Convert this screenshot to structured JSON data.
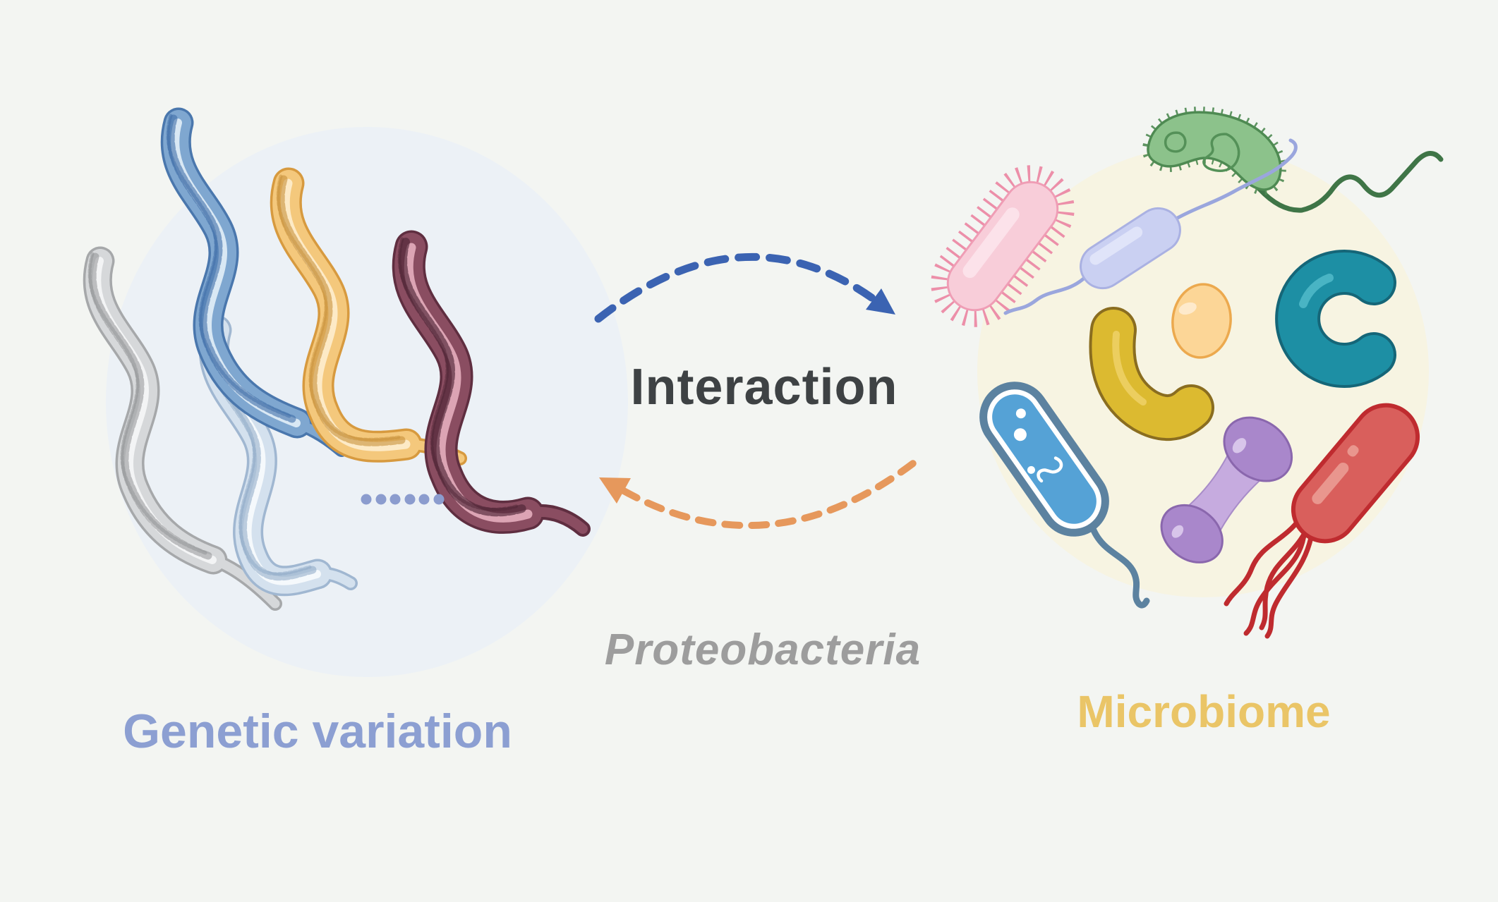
{
  "page": {
    "background": "#f3f5f2"
  },
  "diagram": {
    "interaction": {
      "label": "Interaction",
      "color": "#3e4244"
    },
    "proteobacteria": {
      "label": "Proteobacteria",
      "color": "#9d9d9d"
    },
    "genetic_variation": {
      "label": "Genetic variation",
      "color": "#8c9fd2"
    },
    "microbiome": {
      "label": "Microbiome",
      "color": "#eac567"
    },
    "arrows": {
      "worms_to_microbiome": {
        "style": "dashed-arc",
        "direction": "left-to-right",
        "color": "#3b63b2"
      },
      "microbiome_to_worms": {
        "style": "dashed-arc",
        "direction": "right-to-left",
        "color": "#e6985c"
      }
    },
    "ellipsis": {
      "count": 6,
      "color": "#8b9cce"
    },
    "backgrounds": {
      "worm_blob": "#ecf1f6",
      "microbe_blob": "#f7f4e2"
    },
    "worms": [
      {
        "name": "gray-worm",
        "body": "#d6d8da",
        "outline": "#a6a8aa",
        "stripe": "#f3f4f5",
        "granule": "#8f9193"
      },
      {
        "name": "blue-worm",
        "body": "#7fa7d0",
        "outline": "#4a77ad",
        "stripe": "#d9e8f4",
        "granule": "#3f6ea8"
      },
      {
        "name": "light-blue-worm",
        "body": "#d4e1ee",
        "outline": "#a0b7d1",
        "stripe": "#f5f9fc",
        "granule": "#8ba7c5"
      },
      {
        "name": "yellow-worm",
        "body": "#f4c87c",
        "outline": "#d79a3f",
        "stripe": "#fdeac6",
        "granule": "#c8913c"
      },
      {
        "name": "maroon-worm",
        "body": "#8a4d61",
        "outline": "#5f2e40",
        "stripe": "#dca4b4",
        "granule": "#4f2536"
      }
    ],
    "microbes": [
      {
        "name": "pink-rod-with-pili",
        "fill": "#f8cdd9",
        "outline": "#ef9db5",
        "pili": "#ec8fa9"
      },
      {
        "name": "green-kidney-bacterium",
        "fill": "#8cc28b",
        "outline": "#4e8a52",
        "flagellum": "#3f7547"
      },
      {
        "name": "lavender-rod",
        "fill": "#cad0f2",
        "outline": "#aab1e2",
        "flagellum": "#9aa6dd"
      },
      {
        "name": "yellow-bean",
        "fill": "#dcba30",
        "outline": "#8a6d20",
        "highlight": "#efd167"
      },
      {
        "name": "peach-egg",
        "fill": "#fcd697",
        "outline": "#eca94e"
      },
      {
        "name": "teal-c-shape",
        "fill": "#1d8fa4",
        "outline": "#156678",
        "highlight": "#49b4c4"
      },
      {
        "name": "blue-capsule",
        "fill": "#55a2d6",
        "outline": "#5c82a0",
        "ring": "#ffffff"
      },
      {
        "name": "purple-dumbbell",
        "fill": "#a987cb",
        "outline": "#8a67ad",
        "tube": "#c6abdf"
      },
      {
        "name": "red-rod",
        "fill": "#d95f5c",
        "outline": "#bf2b2f"
      }
    ]
  }
}
